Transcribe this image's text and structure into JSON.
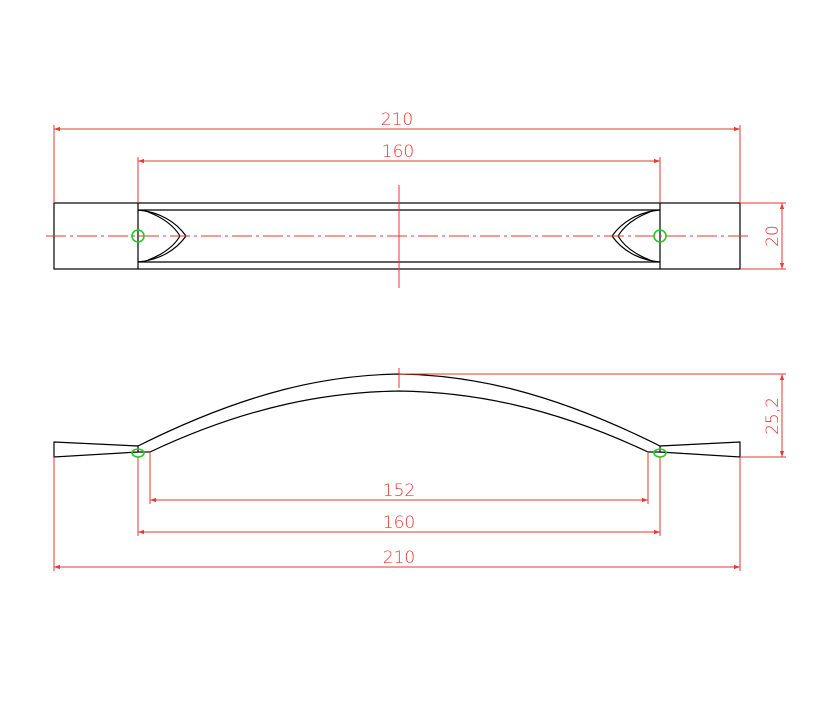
{
  "colors": {
    "dimension": "#e53935",
    "outline": "#000000",
    "hole": "#22cc22"
  },
  "top_view": {
    "overall_length": "210",
    "hole_spacing": "160",
    "height": "20"
  },
  "side_view": {
    "rise": "25,2",
    "inner_spacing": "152",
    "hole_spacing": "160",
    "overall_length": "210"
  }
}
